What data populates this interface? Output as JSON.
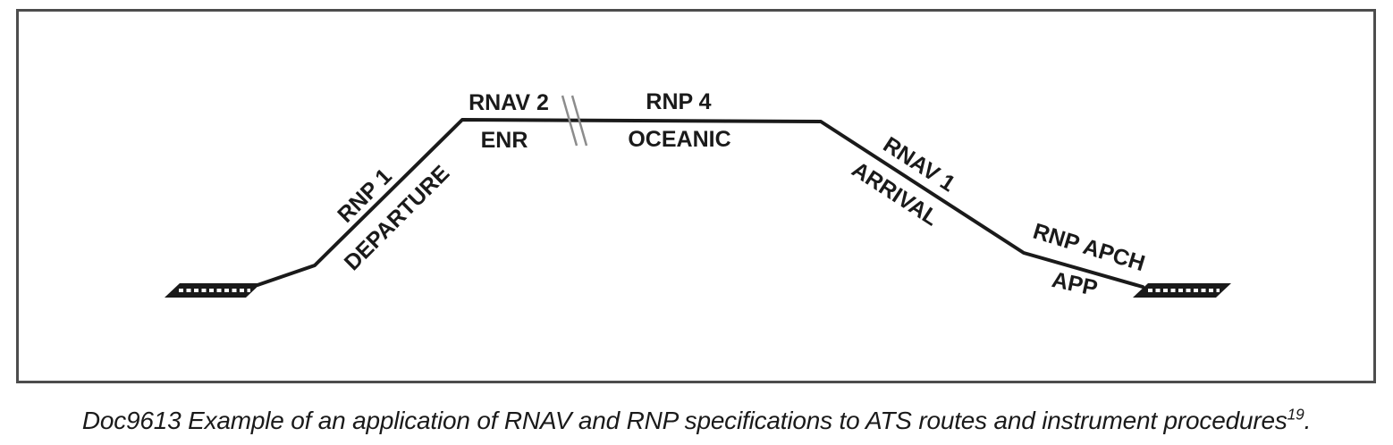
{
  "figure": {
    "border_color": "#4d4d4d",
    "path_color": "#1a1a1a",
    "break_color": "#8c8c8c",
    "labels": {
      "departure_spec": "RNP 1",
      "departure_phase": "DEPARTURE",
      "enroute_spec": "RNAV 2",
      "enroute_phase": "ENR",
      "oceanic_spec": "RNP 4",
      "oceanic_phase": "OCEANIC",
      "arrival_spec": "RNAV 1",
      "arrival_phase": "ARRIVAL",
      "approach_spec": "RNP APCH",
      "approach_phase": "APP"
    },
    "icons": {
      "left_runway": "runway-parallelogram",
      "right_runway": "runway-parallelogram",
      "route_break": "double-slash-break"
    }
  },
  "caption": {
    "text": "Doc9613 Example of an application of RNAV and RNP specifications to ATS routes and instrument procedures",
    "superscript": "19",
    "suffix": "."
  }
}
